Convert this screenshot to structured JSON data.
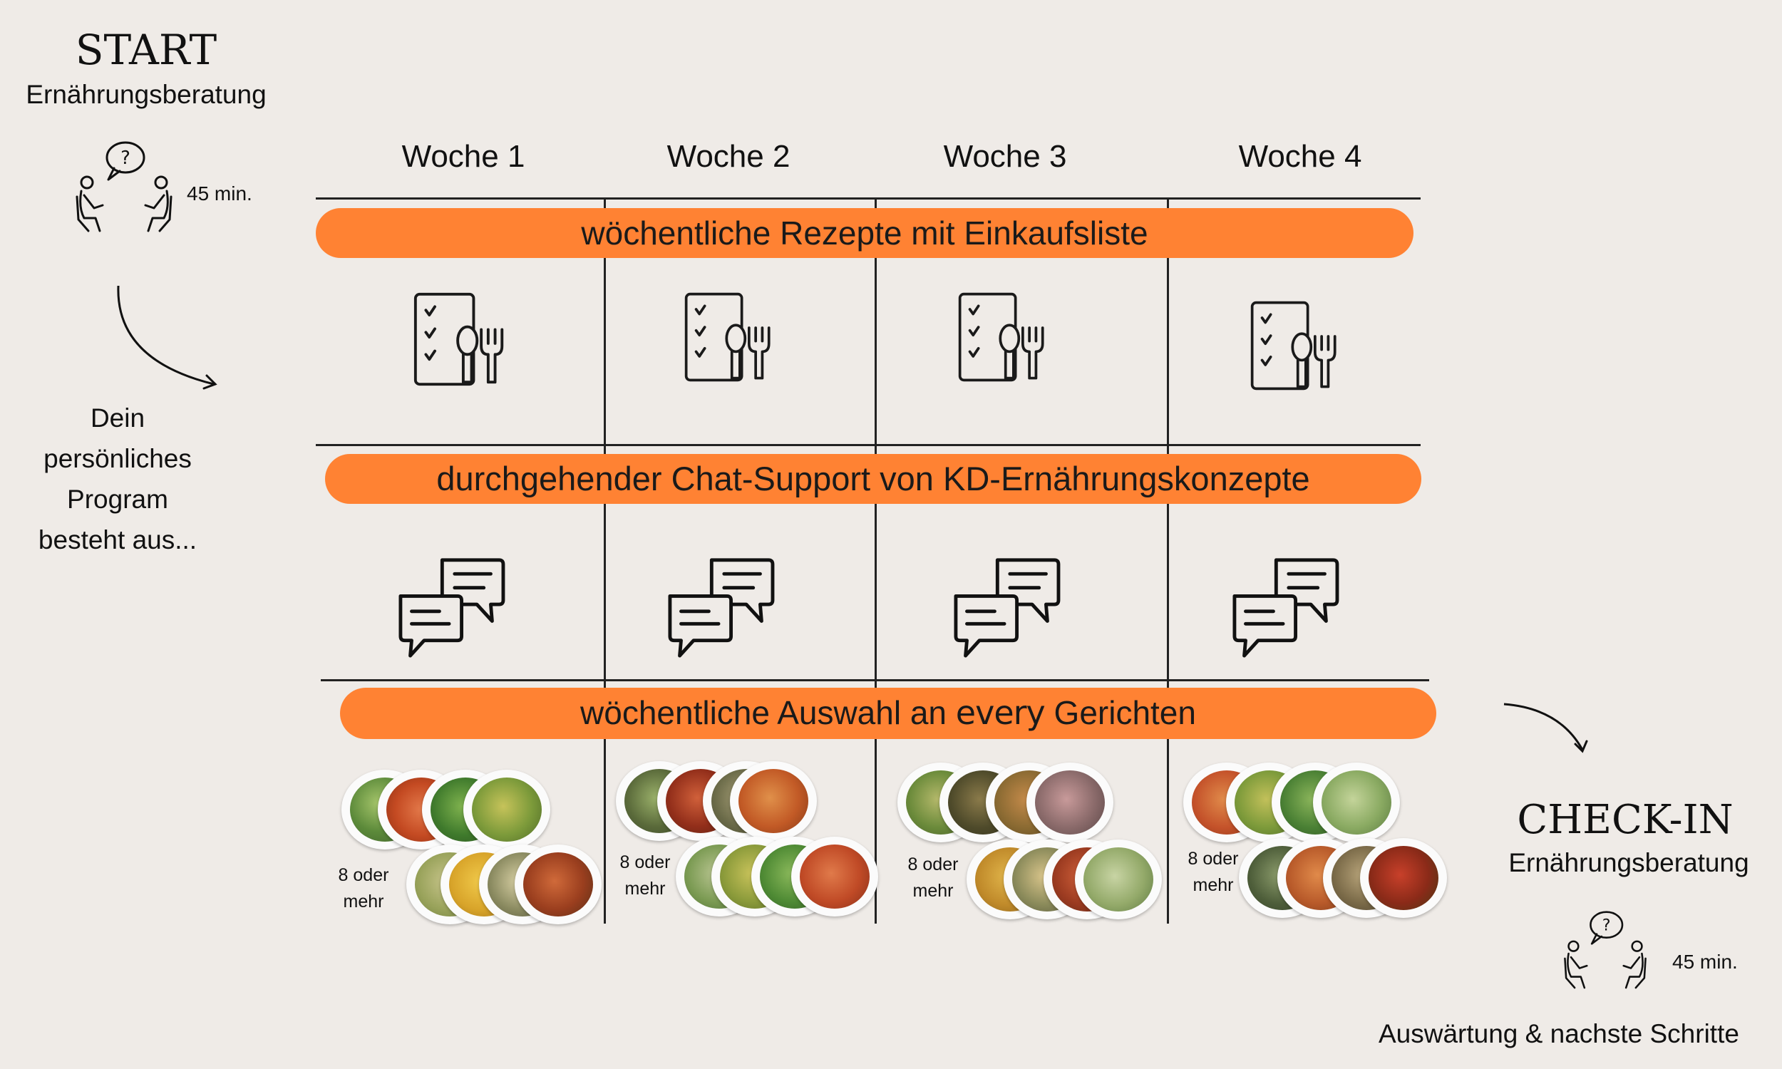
{
  "start": {
    "title": "START",
    "subtitle": "Ernährungsberatung",
    "duration": "45 min."
  },
  "intro": {
    "line1": "Dein",
    "line2": "persönliches",
    "line3": "Program",
    "line4": "besteht aus..."
  },
  "weeks": [
    "Woche 1",
    "Woche 2",
    "Woche 3",
    "Woche 4"
  ],
  "bars": {
    "recipes": "wöchentliche Rezepte mit Einkaufsliste",
    "chat": "durchgehender Chat-Support von KD-Ernährungskonzepte",
    "meals_prefix": "wöchentliche Auswahl an",
    "meals_brand": "every",
    "meals_suffix": "Gerichten"
  },
  "meals_label": {
    "line1": "8 oder",
    "line2": "mehr"
  },
  "checkin": {
    "title": "CHECK-IN",
    "subtitle": "Ernährungsberatung",
    "duration": "45 min.",
    "footer": "Auswärtung & nachste Schritte"
  },
  "icons": {
    "consultation": "consultation-icon",
    "recipe": "recipe-checklist-cutlery-icon",
    "chat": "chat-bubbles-icon",
    "arrow": "curved-arrow-icon",
    "plate": "food-plate-image"
  },
  "colors": {
    "background": "#efebe7",
    "accent": "#ff8233",
    "line": "#222222"
  }
}
